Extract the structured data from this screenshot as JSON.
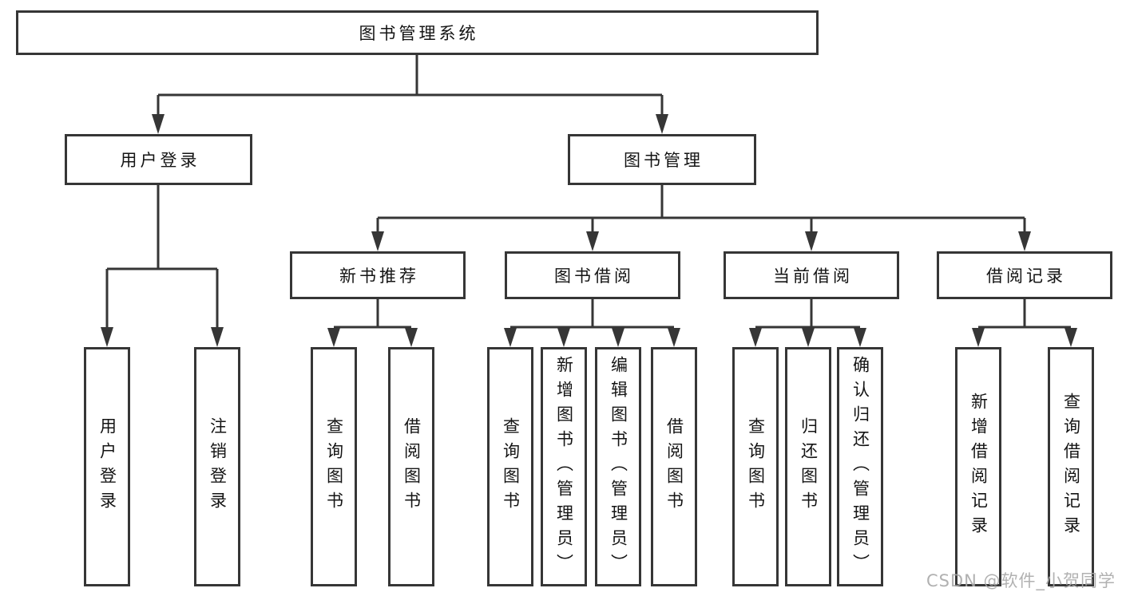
{
  "root": {
    "label": "图书管理系统",
    "children": [
      {
        "label": "用户登录",
        "children": [
          {
            "label": "用户登录"
          },
          {
            "label": "注销登录"
          }
        ]
      },
      {
        "label": "图书管理",
        "children": [
          {
            "label": "新书推荐",
            "children": [
              {
                "label": "查询图书"
              },
              {
                "label": "借阅图书"
              }
            ]
          },
          {
            "label": "图书借阅",
            "children": [
              {
                "label": "查询图书"
              },
              {
                "label": "新增图书（管理员）"
              },
              {
                "label": "编辑图书（管理员）"
              },
              {
                "label": "借阅图书"
              }
            ]
          },
          {
            "label": "当前借阅",
            "children": [
              {
                "label": "查询图书"
              },
              {
                "label": "归还图书"
              },
              {
                "label": "确认归还（管理员）"
              }
            ]
          },
          {
            "label": "借阅记录",
            "children": [
              {
                "label": "新增借阅记录"
              },
              {
                "label": "查询借阅记录"
              }
            ]
          }
        ]
      }
    ]
  },
  "watermark": "CSDN @软件_小贺同学"
}
